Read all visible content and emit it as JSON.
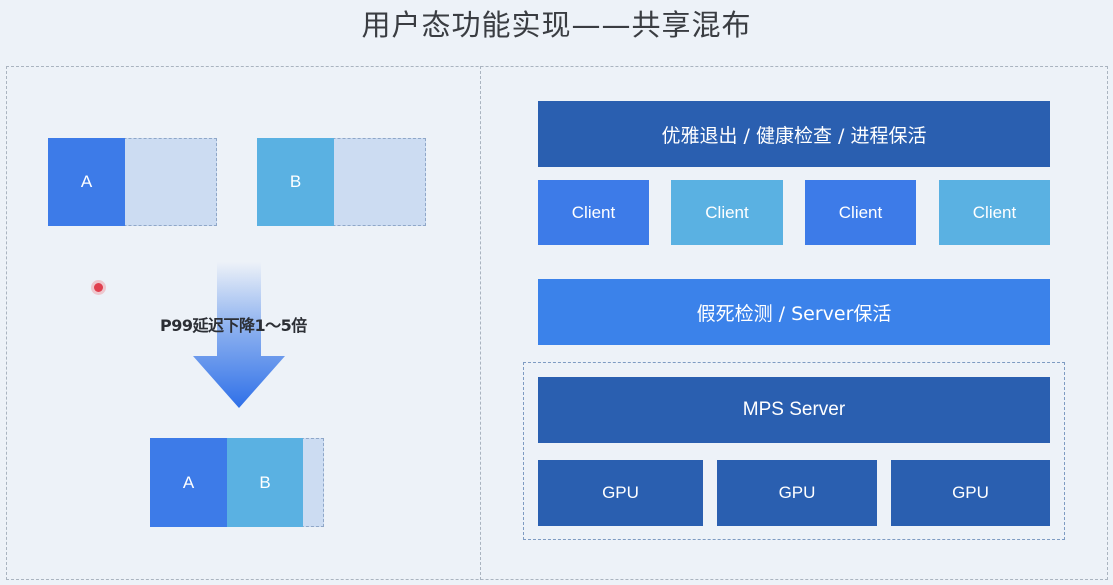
{
  "title": "用户态功能实现——共享混布",
  "left": {
    "before": {
      "a_label": "A",
      "b_label": "B"
    },
    "arrow_label": "P99延迟下降1～5倍",
    "after": {
      "a_label": "A",
      "b_label": "B"
    }
  },
  "right": {
    "top_bar": "优雅退出 / 健康检查 / 进程保活",
    "clients": [
      "Client",
      "Client",
      "Client",
      "Client"
    ],
    "middle_bar": "假死检测 / Server保活",
    "mps_server": "MPS Server",
    "gpus": [
      "GPU",
      "GPU",
      "GPU"
    ]
  },
  "colors": {
    "dark_blue": "#2a5fb0",
    "blue": "#3d7be8",
    "light_blue": "#5ab1e2",
    "ghost": "#ccdcf2",
    "background": "#edf2f8"
  }
}
